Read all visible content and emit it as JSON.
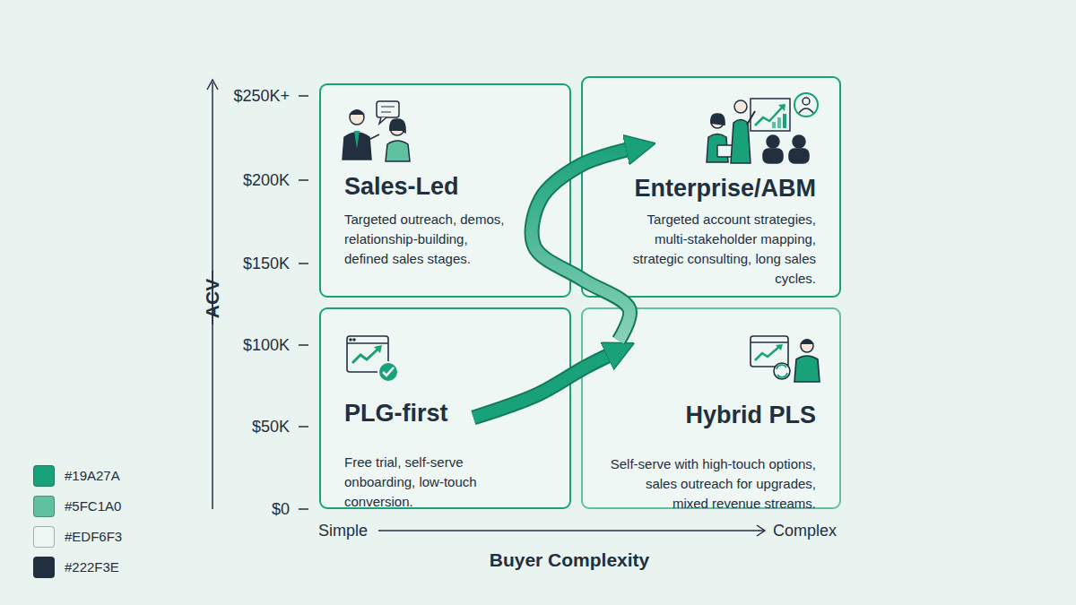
{
  "diagram": {
    "nodes": [
      {
        "text": [
          "Sales-Led",
          "Targeted outreach, demos, relationship-building, defined sales stages."
        ]
      },
      {
        "text": [
          "Enterprise/ABM",
          "Targeted account strategies, multi-stakeholder mapping, strategic consulting, long sales cycles."
        ]
      },
      {
        "text": [
          "PLG-first",
          "Free trial, self-serve onboarding, low-touch conversion."
        ]
      },
      {
        "text": [
          "Hybrid PLS",
          "Self-serve with high-touch options, sales outreach for upgrades, mixed revenue streams."
        ]
      }
    ],
    "edges": [
      {
        "from": 2,
        "to": 3,
        "arrow": "to"
      },
      {
        "from": 3,
        "to": 1,
        "arrow": "to"
      }
    ],
    "labels": [
      "ACV",
      "$250K+",
      "$200K",
      "$150K",
      "$100K",
      "$50K",
      "$0",
      "Simple",
      "Complex",
      "Buyer Complexity"
    ],
    "legend": [
      {
        "text": "#19A27A",
        "color": "#19A27A"
      },
      {
        "text": "#5FC1A0",
        "color": "#5FC1A0"
      },
      {
        "text": "#EDF6F3",
        "color": "#EDF6F3"
      },
      {
        "text": "#222F3E",
        "color": "#222F3E"
      }
    ]
  }
}
